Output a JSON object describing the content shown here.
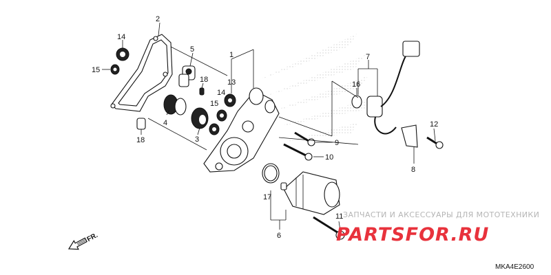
{
  "callouts": [
    "1",
    "2",
    "3",
    "4",
    "5",
    "6",
    "7",
    "8",
    "9",
    "10",
    "11",
    "12",
    "13",
    "14",
    "14",
    "15",
    "15",
    "16",
    "17",
    "18",
    "18"
  ],
  "direction_label": "FR.",
  "diagram_code": "MKA4E2600",
  "watermark": {
    "tagline": "ЗАПЧАСТИ И АКСЕССУАРЫ ДЛЯ МОТОТЕХНИКИ",
    "logo": "PARTSFOR.RU",
    "logo_color": "#e8323c"
  }
}
